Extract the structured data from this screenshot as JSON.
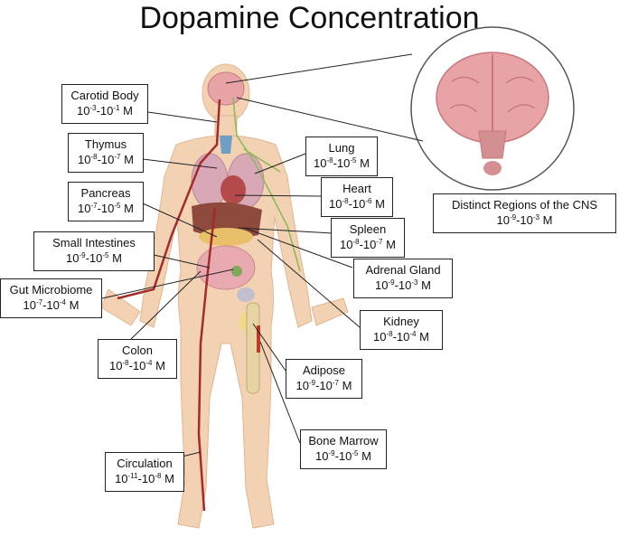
{
  "title": "Dopamine Concentration",
  "unit": "M",
  "labels": [
    {
      "id": "carotid-body",
      "name": "Carotid Body",
      "lo": "-3",
      "hi": "-1"
    },
    {
      "id": "thymus",
      "name": "Thymus",
      "lo": "-8",
      "hi": "-7"
    },
    {
      "id": "pancreas",
      "name": "Pancreas",
      "lo": "-7",
      "hi": "-5"
    },
    {
      "id": "small-intestines",
      "name": "Small Intestines",
      "lo": "-9",
      "hi": "-5"
    },
    {
      "id": "gut-microbiome",
      "name": "Gut Microbiome",
      "lo": "-7",
      "hi": "-4"
    },
    {
      "id": "colon",
      "name": "Colon",
      "lo": "-8",
      "hi": "-4"
    },
    {
      "id": "circulation",
      "name": "Circulation",
      "lo": "-11",
      "hi": "-8"
    },
    {
      "id": "lung",
      "name": "Lung",
      "lo": "-8",
      "hi": "-5"
    },
    {
      "id": "heart",
      "name": "Heart",
      "lo": "-8",
      "hi": "-6"
    },
    {
      "id": "spleen",
      "name": "Spleen",
      "lo": "-8",
      "hi": "-7"
    },
    {
      "id": "adrenal-gland",
      "name": "Adrenal Gland",
      "lo": "-9",
      "hi": "-3"
    },
    {
      "id": "kidney",
      "name": "Kidney",
      "lo": "-8",
      "hi": "-4"
    },
    {
      "id": "adipose",
      "name": "Adipose",
      "lo": "-9",
      "hi": "-7"
    },
    {
      "id": "bone-marrow",
      "name": "Bone Marrow",
      "lo": "-9",
      "hi": "-5"
    },
    {
      "id": "cns",
      "name": "Distinct Regions of the CNS",
      "lo": "-9",
      "hi": "-3"
    }
  ],
  "colors": {
    "skin": "#f3d2b4",
    "vessel": "#a52a2a",
    "nerve": "#8dbb55",
    "brain": "#e7a3a6",
    "line": "#222222"
  }
}
